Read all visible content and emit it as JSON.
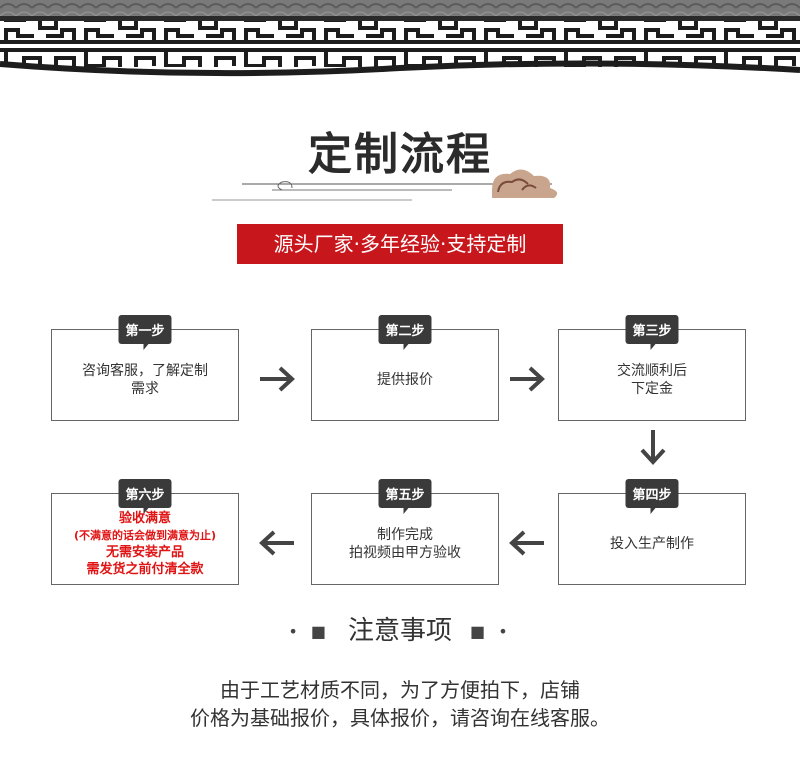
{
  "header": {
    "title": "定制流程",
    "slogan": "源头厂家·多年经验·支持定制"
  },
  "steps": [
    {
      "tag": "第一步",
      "lines": [
        "咨询客服，了解定制",
        "需求"
      ]
    },
    {
      "tag": "第二步",
      "lines": [
        "提供报价"
      ]
    },
    {
      "tag": "第三步",
      "lines": [
        "交流顺利后",
        "下定金"
      ]
    },
    {
      "tag": "第四步",
      "lines": [
        "投入生产制作"
      ]
    },
    {
      "tag": "第五步",
      "lines": [
        "制作完成",
        "拍视频由甲方验收"
      ]
    },
    {
      "tag": "第六步",
      "lines": [
        "验收满意",
        "(不满意的话会做到满意为止)",
        "无需安装产品",
        "需发货之前付清全款"
      ]
    }
  ],
  "notice": {
    "title": "注意事项",
    "lines": [
      "由于工艺材质不同，为了方便拍下，店铺",
      "价格为基础报价，具体报价，请咨询在线客服。"
    ]
  },
  "colors": {
    "accent_red": "#c8161d",
    "step_tag": "#3a3a3a",
    "highlight_text": "#e01414"
  }
}
